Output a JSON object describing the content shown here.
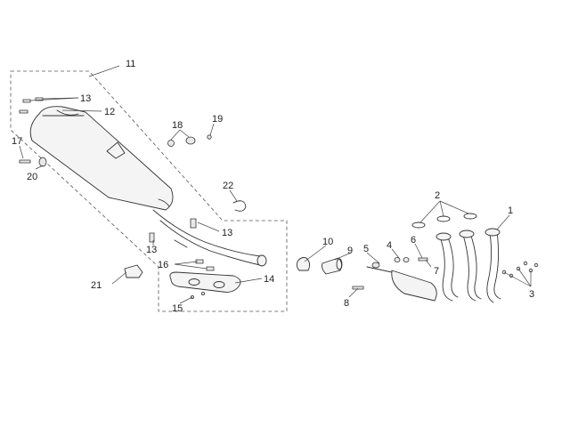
{
  "callouts": {
    "c1": "1",
    "c2": "2",
    "c3": "3",
    "c4": "4",
    "c5": "5",
    "c6": "6",
    "c7": "7",
    "c8": "8",
    "c9": "9",
    "c10": "10",
    "c11": "11",
    "c12": "12",
    "c13a": "13",
    "c13b": "13",
    "c13c": "13",
    "c14": "14",
    "c15": "15",
    "c16": "16",
    "c17": "17",
    "c18": "18",
    "c19": "19",
    "c20": "20",
    "c21": "21",
    "c22": "22"
  }
}
